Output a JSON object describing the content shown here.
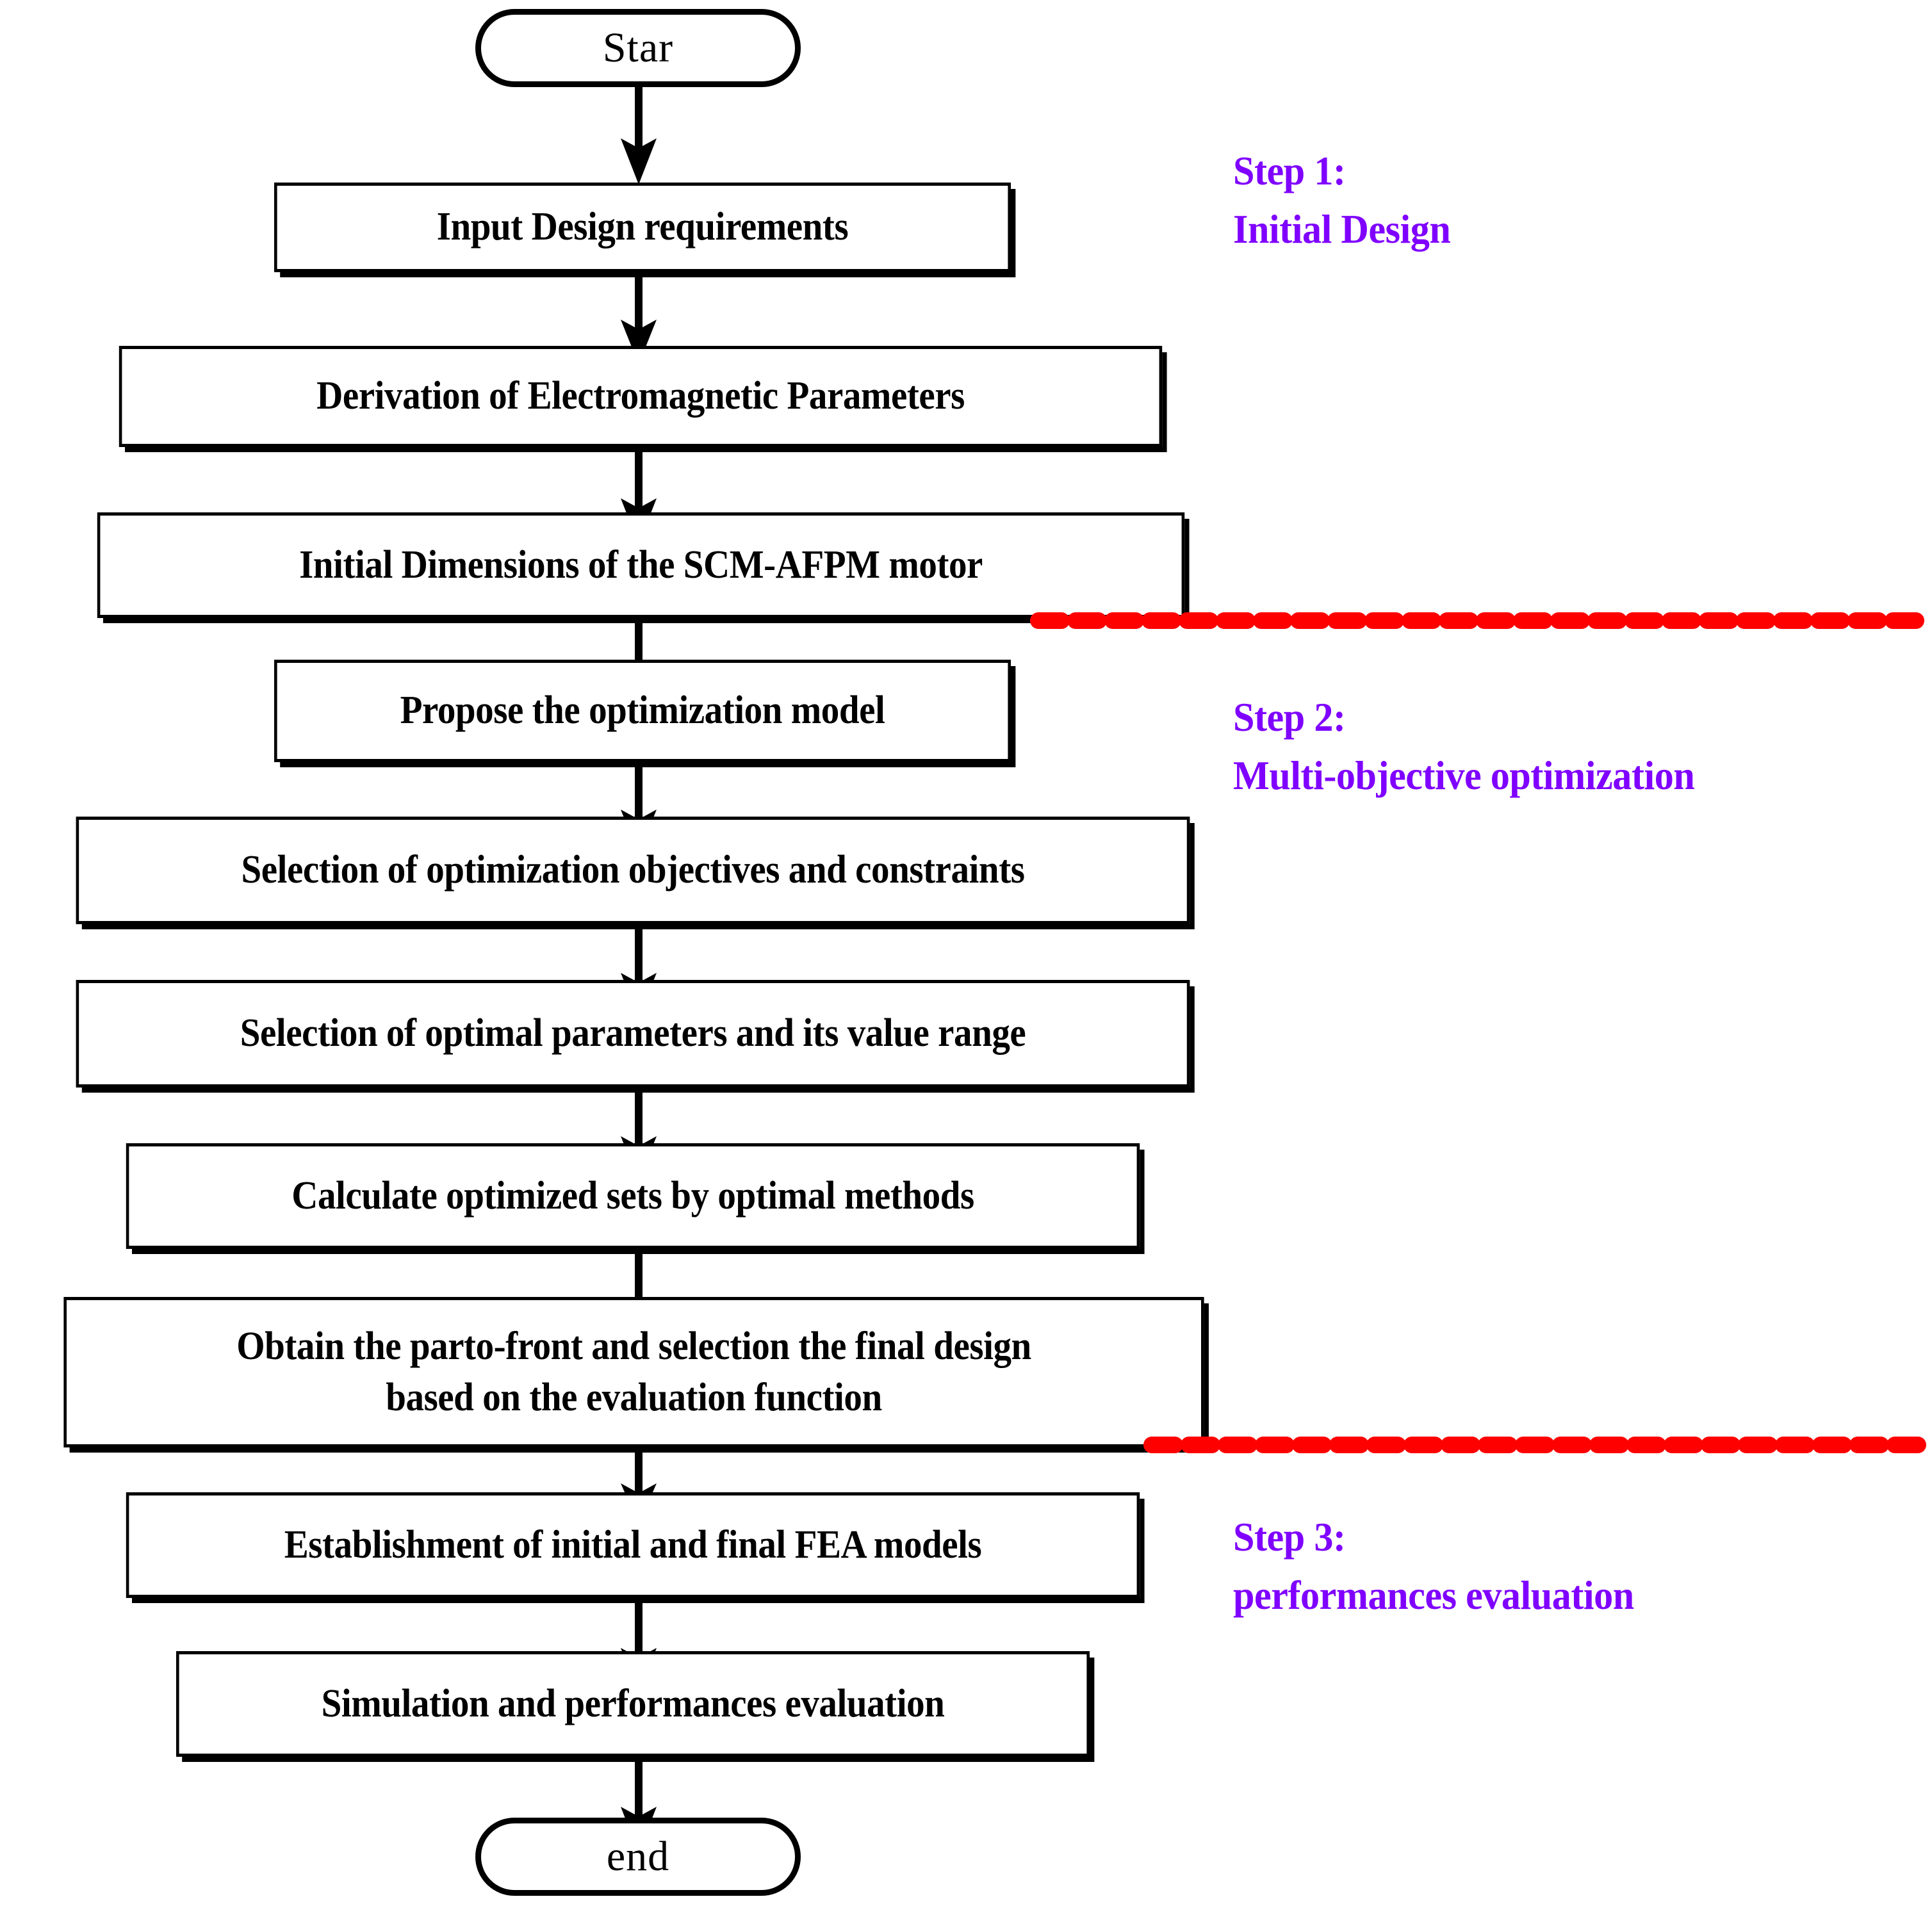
{
  "diagram": {
    "title": "SCM-AFPM motor design and optimization flowchart",
    "colors": {
      "stroke": "#000000",
      "background": "#FFFFFF",
      "step_label": "#7F00FF",
      "separator": "#FF0000"
    },
    "terminators": [
      {
        "id": "start",
        "label": "Star"
      },
      {
        "id": "end",
        "label": "end"
      }
    ],
    "nodes": [
      {
        "id": "n1",
        "label": "Input Design requirements"
      },
      {
        "id": "n2",
        "label": "Derivation of Electromagnetic Parameters"
      },
      {
        "id": "n3",
        "label": "Initial Dimensions of the SCM-AFPM motor"
      },
      {
        "id": "n4",
        "label": "Propose the optimization model"
      },
      {
        "id": "n5",
        "label": "Selection of optimization objectives and constraints"
      },
      {
        "id": "n6",
        "label": "Selection of optimal parameters and its value range"
      },
      {
        "id": "n7",
        "label": "Calculate optimized sets by optimal methods"
      },
      {
        "id": "n8",
        "label": "Obtain the parto-front and selection the final design"
      },
      {
        "id": "n8b",
        "label": "based on the evaluation function"
      },
      {
        "id": "n9",
        "label": "Establishment of initial and final FEA models"
      },
      {
        "id": "n10",
        "label": "Simulation and performances evaluation"
      }
    ],
    "steps": [
      {
        "id": "step1",
        "heading": "Step 1:",
        "name": "Initial Design"
      },
      {
        "id": "step2",
        "heading": "Step 2:",
        "name": "Multi-objective optimization"
      },
      {
        "id": "step3",
        "heading": "Step 3:",
        "name": "performances evaluation"
      }
    ],
    "separators": [
      {
        "id": "sep1",
        "after_node": "n3"
      },
      {
        "id": "sep2",
        "after_node": "n8"
      }
    ],
    "flow_order": [
      "start",
      "n1",
      "n2",
      "n3",
      "n4",
      "n5",
      "n6",
      "n7",
      "n8",
      "n9",
      "n10",
      "end"
    ]
  }
}
